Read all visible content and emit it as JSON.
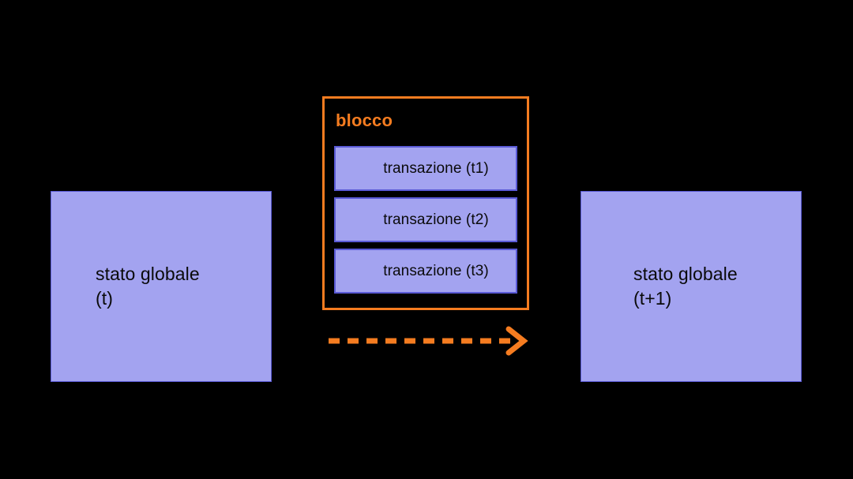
{
  "diagram": {
    "title": "blocco / stato globale transition",
    "background_color": "#000000",
    "accent_color": "#f57c20",
    "box_fill_color": "#a3a3f0",
    "box_border_color": "#5a5ad6",
    "text_color": "#0a0a0a"
  },
  "left_state": {
    "name": "stato-globale-t",
    "label": "stato globale\n(t)"
  },
  "right_state": {
    "name": "stato-globale-t-plus-1",
    "label": "stato globale\n(t+1)"
  },
  "block": {
    "title": "blocco",
    "transactions": [
      {
        "label": "transazione (t1)"
      },
      {
        "label": "transazione (t2)"
      },
      {
        "label": "transazione (t3)"
      }
    ]
  },
  "arrow": {
    "name": "dashed-arrow-right",
    "style": "dashed",
    "color": "#f57c20",
    "direction": "right"
  }
}
